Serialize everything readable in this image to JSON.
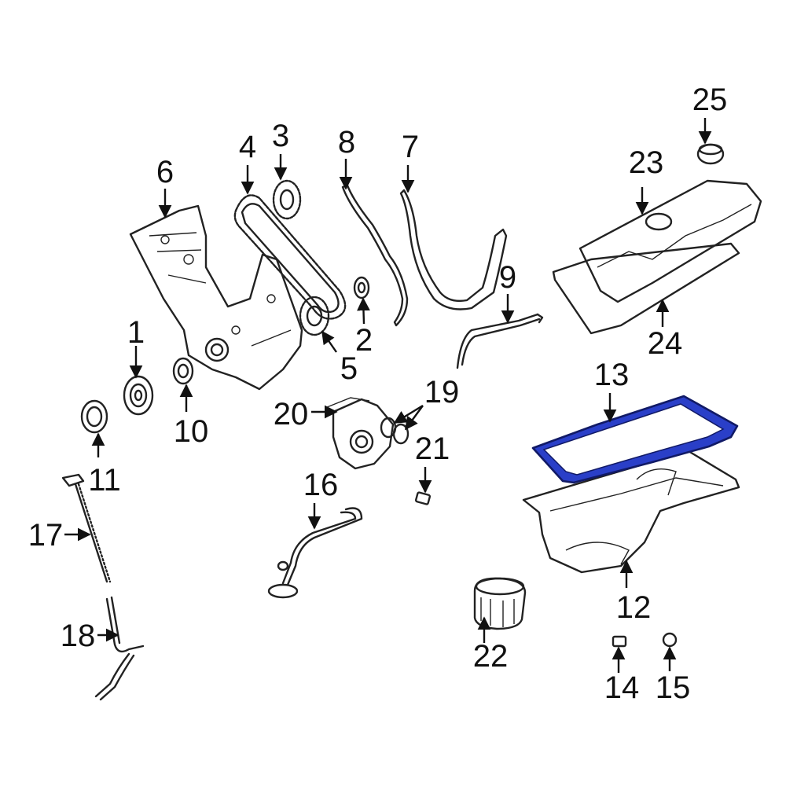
{
  "callouts": {
    "c1": "1",
    "c2": "2",
    "c3": "3",
    "c4": "4",
    "c5": "5",
    "c6": "6",
    "c7": "7",
    "c8": "8",
    "c9": "9",
    "c10": "10",
    "c11": "11",
    "c12": "12",
    "c13": "13",
    "c14": "14",
    "c15": "15",
    "c16": "16",
    "c17": "17",
    "c18": "18",
    "c19": "19",
    "c20": "20",
    "c21": "21",
    "c22": "22",
    "c23": "23",
    "c24": "24",
    "c25": "25"
  },
  "colors": {
    "highlight": "#2a3fc8",
    "line": "#222222",
    "background": "#ffffff"
  }
}
